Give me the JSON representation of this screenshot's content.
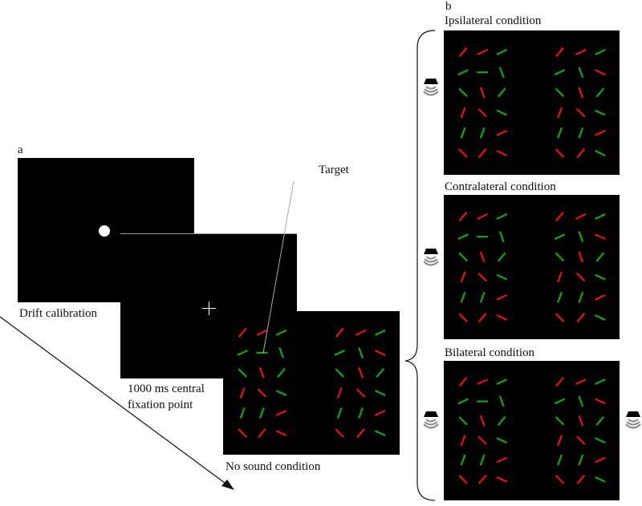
{
  "panel_a": {
    "label": "a",
    "steps": [
      {
        "caption": "Drift calibration",
        "stimulus": "white-dot"
      },
      {
        "caption_line1": "1000 ms central",
        "caption_line2": "fixation point",
        "stimulus": "fixation-cross"
      },
      {
        "caption": "No sound condition",
        "stimulus": "line-array"
      }
    ],
    "target_label": "Target"
  },
  "panel_b": {
    "label": "b",
    "conditions": [
      {
        "title": "Ipsilateral condition",
        "speakers": [
          "left"
        ]
      },
      {
        "title": "Contralateral condition",
        "speakers": [
          "left"
        ]
      },
      {
        "title": "Bilateral condition",
        "speakers": [
          "left",
          "right"
        ]
      }
    ]
  },
  "colors": {
    "red": "#e8101a",
    "green": "#10a818",
    "background": "#000000"
  },
  "array": {
    "rows": 6,
    "cols_per_group": 3,
    "colors": [
      [
        "r",
        "r",
        "g",
        "r",
        "r",
        "g"
      ],
      [
        "g",
        "g",
        "g",
        "g",
        "g",
        "r"
      ],
      [
        "g",
        "r",
        "g",
        "g",
        "r",
        "g"
      ],
      [
        "r",
        "r",
        "g",
        "r",
        "r",
        "g"
      ],
      [
        "g",
        "g",
        "r",
        "g",
        "g",
        "r"
      ],
      [
        "r",
        "r",
        "r",
        "r",
        "r",
        "g"
      ]
    ],
    "angles_deg": [
      [
        -50,
        -25,
        -25,
        -50,
        -25,
        -25
      ],
      [
        -25,
        0,
        70,
        -25,
        70,
        25
      ],
      [
        45,
        70,
        -50,
        45,
        70,
        -50
      ],
      [
        -70,
        45,
        25,
        -70,
        45,
        25
      ],
      [
        -70,
        -70,
        -25,
        -70,
        -70,
        -25
      ],
      [
        45,
        -50,
        25,
        45,
        -50,
        25
      ]
    ]
  }
}
